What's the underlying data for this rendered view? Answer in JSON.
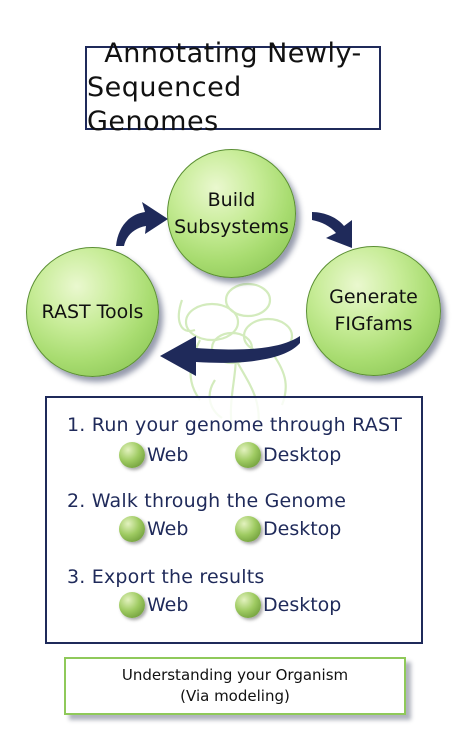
{
  "title": {
    "line1": "Annotating Newly-",
    "line2": "Sequenced Genomes"
  },
  "cycle": {
    "build": {
      "line1": "Build",
      "line2": "Subsystems"
    },
    "rast": {
      "label": "RAST Tools"
    },
    "figfams": {
      "line1": "Generate",
      "line2": "FIGfams"
    }
  },
  "steps": [
    {
      "title": "1. Run your genome through RAST",
      "web": "Web",
      "desktop": "Desktop"
    },
    {
      "title": "2. Walk through the Genome",
      "web": "Web",
      "desktop": "Desktop"
    },
    {
      "title": "3. Export the results",
      "web": "Web",
      "desktop": "Desktop"
    }
  ],
  "bottom": {
    "line1": "Understanding your Organism",
    "line2": "(Via modeling)"
  },
  "colors": {
    "navy": "#1f2a5a",
    "green": "#a8dc70",
    "border_green": "#8fc95a"
  }
}
